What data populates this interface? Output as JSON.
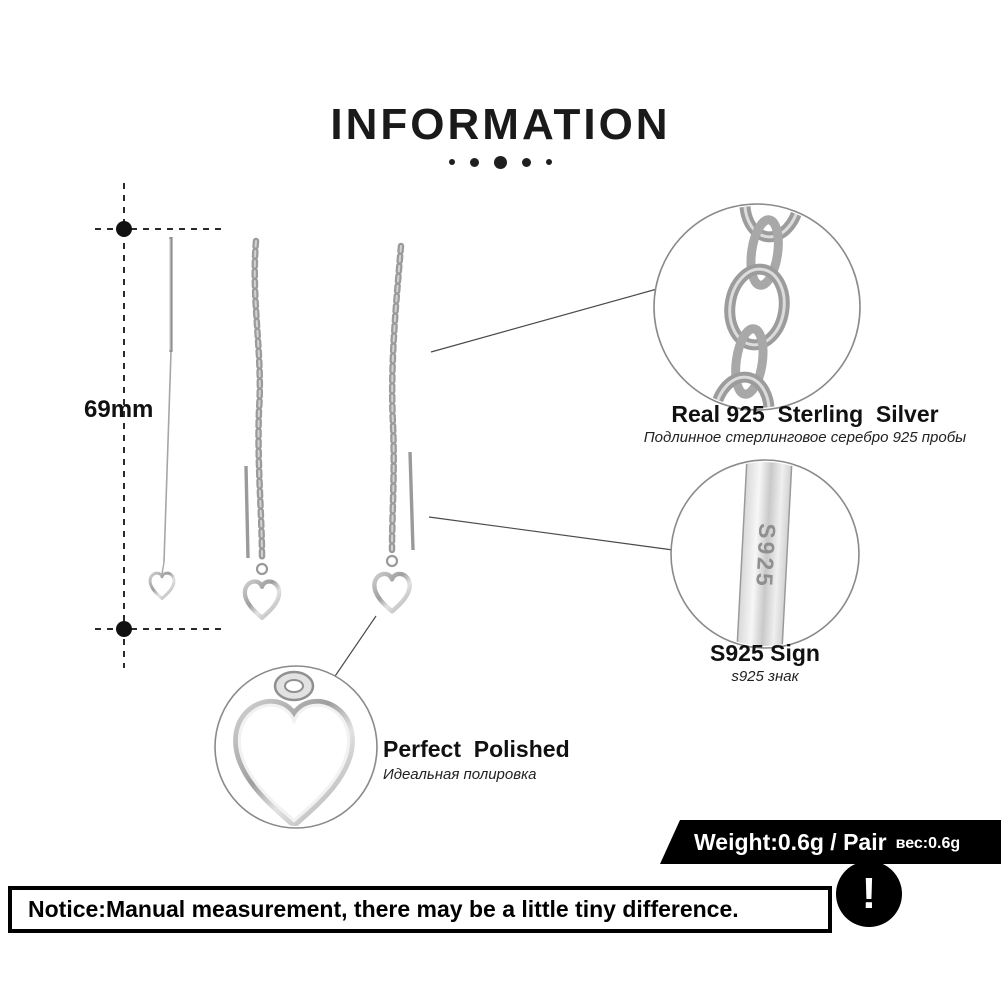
{
  "title": "INFORMATION",
  "measurement": {
    "label": "69mm"
  },
  "callout_silver": {
    "title": "Real 925  Sterling  Silver",
    "subtitle": "Подлинное стерлинговое серебро 925 пробы"
  },
  "callout_sign": {
    "title": "S925 Sign",
    "subtitle": "s925 знак",
    "engraving": "S925"
  },
  "callout_polish": {
    "title": "Perfect  Polished",
    "subtitle": "Идеальная полировка"
  },
  "weight": {
    "main": "Weight:0.6g / Pair",
    "secondary": "вес:0.6g"
  },
  "notice": {
    "text": "Notice:Manual measurement, there may be a little tiny difference.",
    "mark": "!"
  }
}
